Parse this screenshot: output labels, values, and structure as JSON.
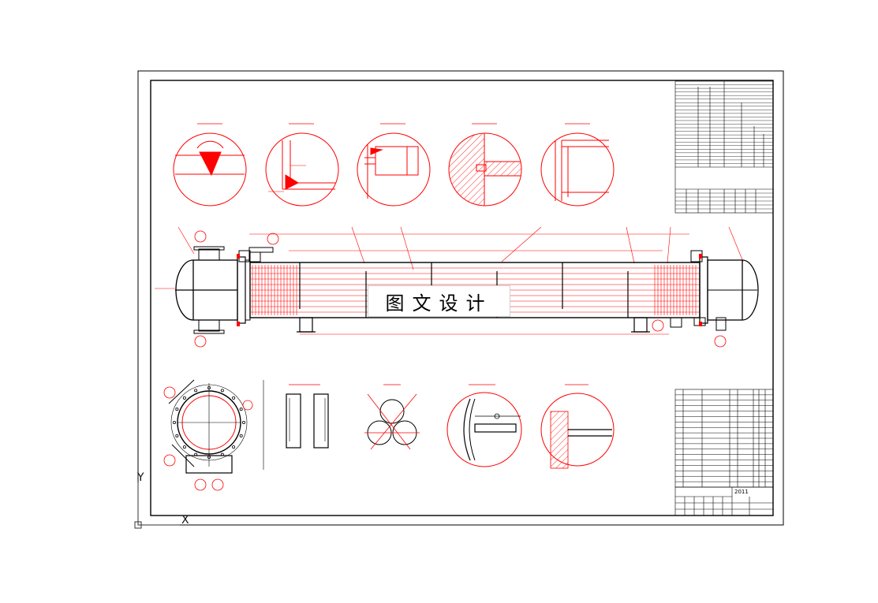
{
  "watermark": "图文设计",
  "axes": {
    "x_label": "X",
    "y_label": "Y"
  },
  "colors": {
    "outline": "#000000",
    "detail_red": "#ff0000",
    "blue_accent": "#0000ff",
    "paper": "#ffffff"
  },
  "title_block": {
    "project_line": "2011",
    "drawing_number_text": ""
  },
  "parts_list_rows": 18,
  "spec_table_rows": 24,
  "top_details": [
    "detail-a",
    "detail-b",
    "detail-c",
    "detail-d",
    "detail-e"
  ],
  "bottom_details": [
    "detail-f",
    "detail-g",
    "detail-h",
    "detail-i"
  ]
}
